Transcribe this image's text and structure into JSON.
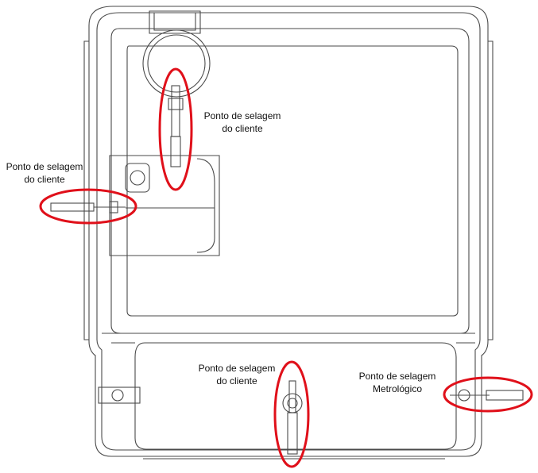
{
  "labels": {
    "top_seal": {
      "line1": "Ponto de selagem",
      "line2": "do cliente"
    },
    "left_seal": {
      "line1": "Ponto de selagem",
      "line2": "do cliente"
    },
    "bottom_seal": {
      "line1": "Ponto de selagem",
      "line2": "do cliente"
    },
    "right_seal": {
      "line1": "Ponto de selagem",
      "line2": "Metrológico"
    }
  },
  "colors": {
    "outline": "#4a4a4a",
    "highlight": "#e0101a",
    "label_text": "#111111",
    "background": "#ffffff"
  }
}
